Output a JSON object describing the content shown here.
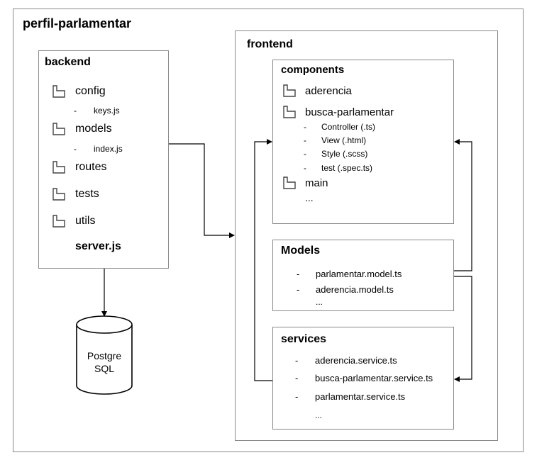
{
  "title": "perfil-parlamentar",
  "backend": {
    "label": "backend",
    "items": [
      {
        "label": "config",
        "children": [
          "keys.js"
        ]
      },
      {
        "label": "models",
        "children": [
          "index.js"
        ]
      },
      {
        "label": "routes",
        "children": []
      },
      {
        "label": "tests",
        "children": []
      },
      {
        "label": "utils",
        "children": []
      }
    ],
    "server_file": "server.js",
    "dash": "-"
  },
  "database": {
    "line1": "Postgre",
    "line2": "SQL"
  },
  "frontend": {
    "label": "frontend",
    "components": {
      "label": "components",
      "items": [
        "aderencia",
        "busca-parlamentar",
        "main"
      ],
      "sub_items": [
        "Controller (.ts)",
        "View (.html)",
        "Style (.scss)",
        "test (.spec.ts)"
      ],
      "ellipsis": "..."
    },
    "models": {
      "label": "Models",
      "items": [
        "parlamentar.model.ts",
        "aderencia.model.ts"
      ],
      "ellipsis": "..."
    },
    "services": {
      "label": "services",
      "items": [
        "aderencia.service.ts",
        "busca-parlamentar.service.ts",
        "parlamentar.service.ts"
      ],
      "ellipsis": "..."
    }
  }
}
